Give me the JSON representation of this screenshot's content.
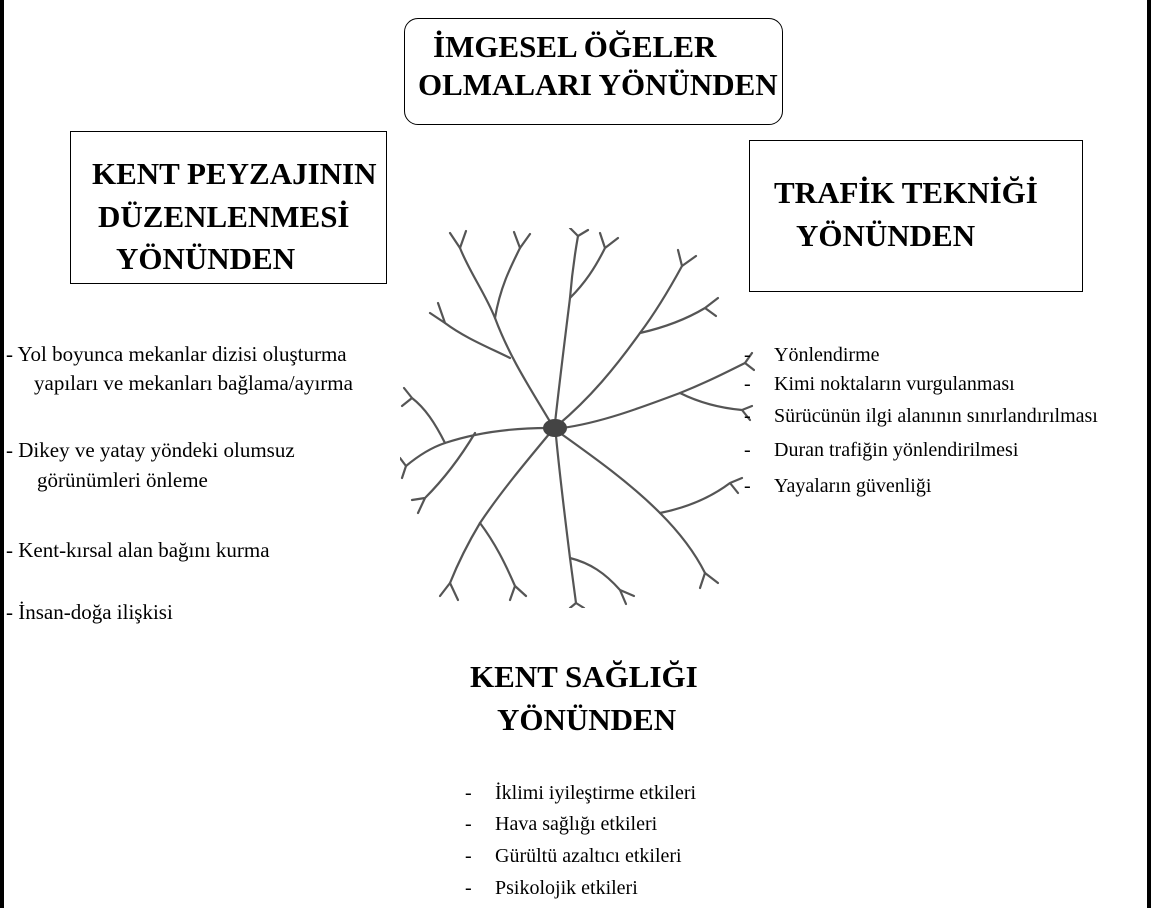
{
  "top_box": {
    "line1": "İMGESEL ÖĞELER",
    "line2": "OLMALARI YÖNÜNDEN"
  },
  "left_box": {
    "line1": "KENT PEYZAJININ",
    "line2": "DÜZENLENMESİ",
    "line3": "YÖNÜNDEN"
  },
  "right_box": {
    "line1": "TRAFİK TEKNİĞİ",
    "line2": "YÖNÜNDEN"
  },
  "bottom_heading": {
    "line1": "KENT SAĞLIĞI",
    "line2": "YÖNÜNDEN"
  },
  "left_list": {
    "item1_line1": "- Yol boyunca mekanlar dizisi oluşturma",
    "item1_line2": "yapıları ve mekanları bağlama/ayırma",
    "item2_line1": "- Dikey ve yatay yöndeki olumsuz",
    "item2_line2": "görünümleri önleme",
    "item3": "- Kent-kırsal alan bağını kurma",
    "item4": "- İnsan-doğa ilişkisi"
  },
  "right_list": {
    "dash": "-",
    "items": [
      "Yönlendirme",
      "Kimi noktaların vurgulanması",
      "Sürücünün ilgi alanının sınırlandırılması",
      "Duran trafiğin yönlendirilmesi",
      "Yayaların güvenliği"
    ]
  },
  "bottom_list": {
    "dash": "-",
    "items": [
      "İklimi iyileştirme etkileri",
      "Hava sağlığı etkileri",
      "Gürültü azaltıcı etkileri",
      "Psikolojik etkileri"
    ]
  }
}
